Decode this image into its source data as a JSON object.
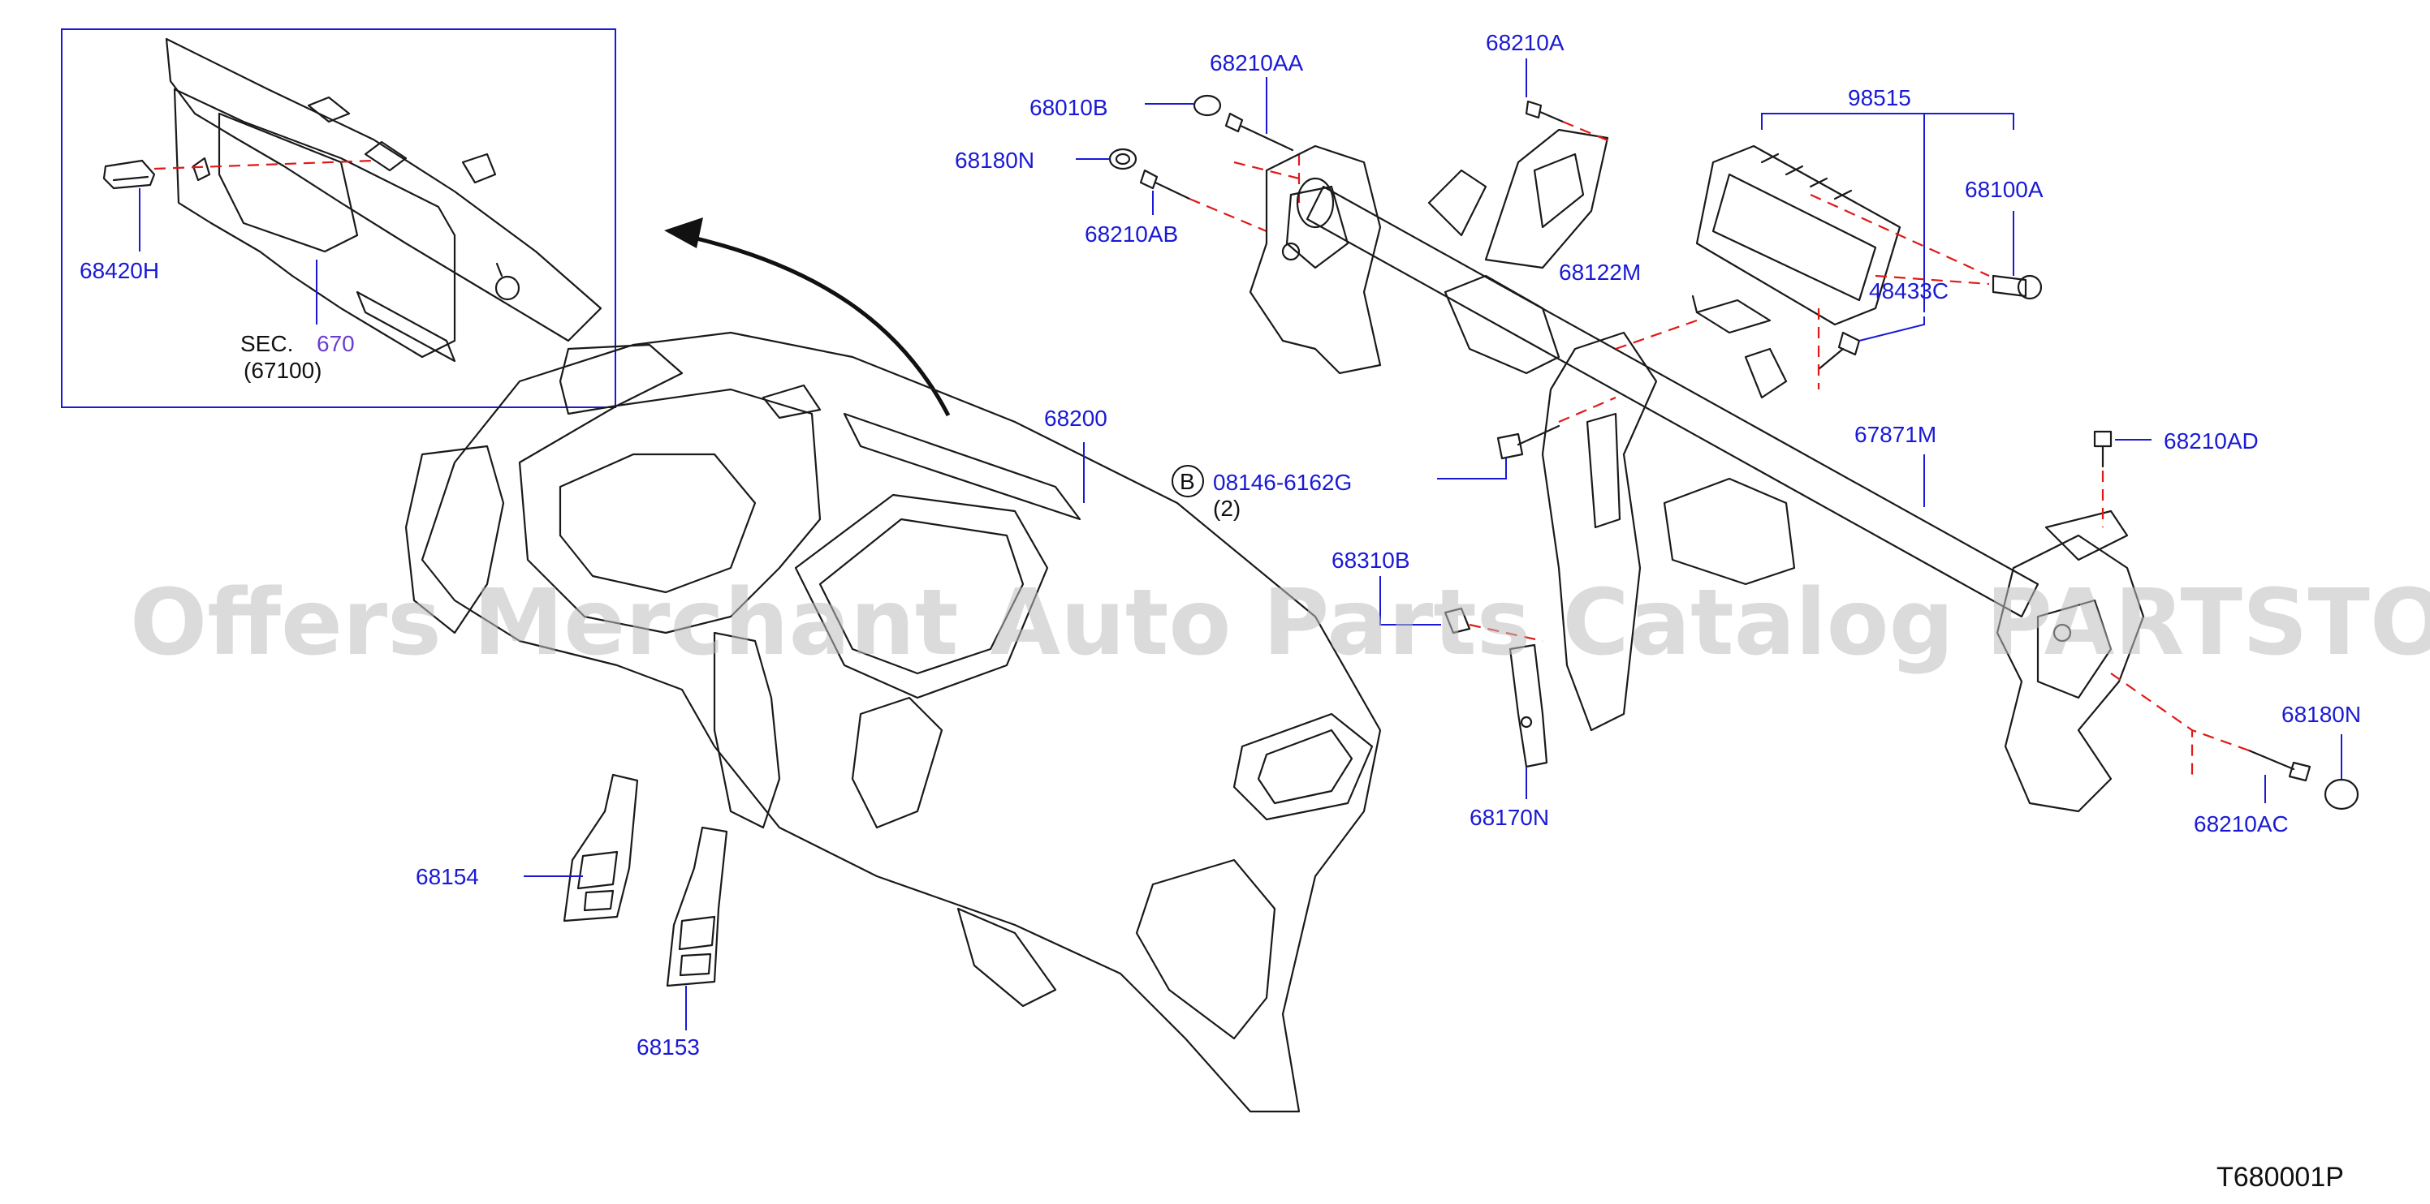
{
  "diagram_id": "T680001P",
  "watermark": "Offers Merchant Auto Parts Catalog PARTSTORE.SA",
  "inset": {
    "sec_label": "SEC.",
    "sec_number": "670",
    "sec_ref": "(67100)"
  },
  "callouts": {
    "p68420H": "68420H",
    "p68200": "68200",
    "p68154": "68154",
    "p68153": "68153",
    "p68010B": "68010B",
    "p68180N_top": "68180N",
    "p68210AA": "68210AA",
    "p68210AB": "68210AB",
    "p68210A": "68210A",
    "p98515": "98515",
    "p68100A": "68100A",
    "p68122M": "68122M",
    "p48433C": "48433C",
    "bolt_circle": "B",
    "p08146": "08146-6162G",
    "p08146_qty": "(2)",
    "p67871M": "67871M",
    "p68210AD": "68210AD",
    "p68310B": "68310B",
    "p68170N": "68170N",
    "p68180N_right": "68180N",
    "p68210AC": "68210AC"
  },
  "colors": {
    "label": "#1a1ad6",
    "dashed_line": "#e01818",
    "part_outline": "#1a1a1a",
    "section_number": "#6a3fd0"
  }
}
